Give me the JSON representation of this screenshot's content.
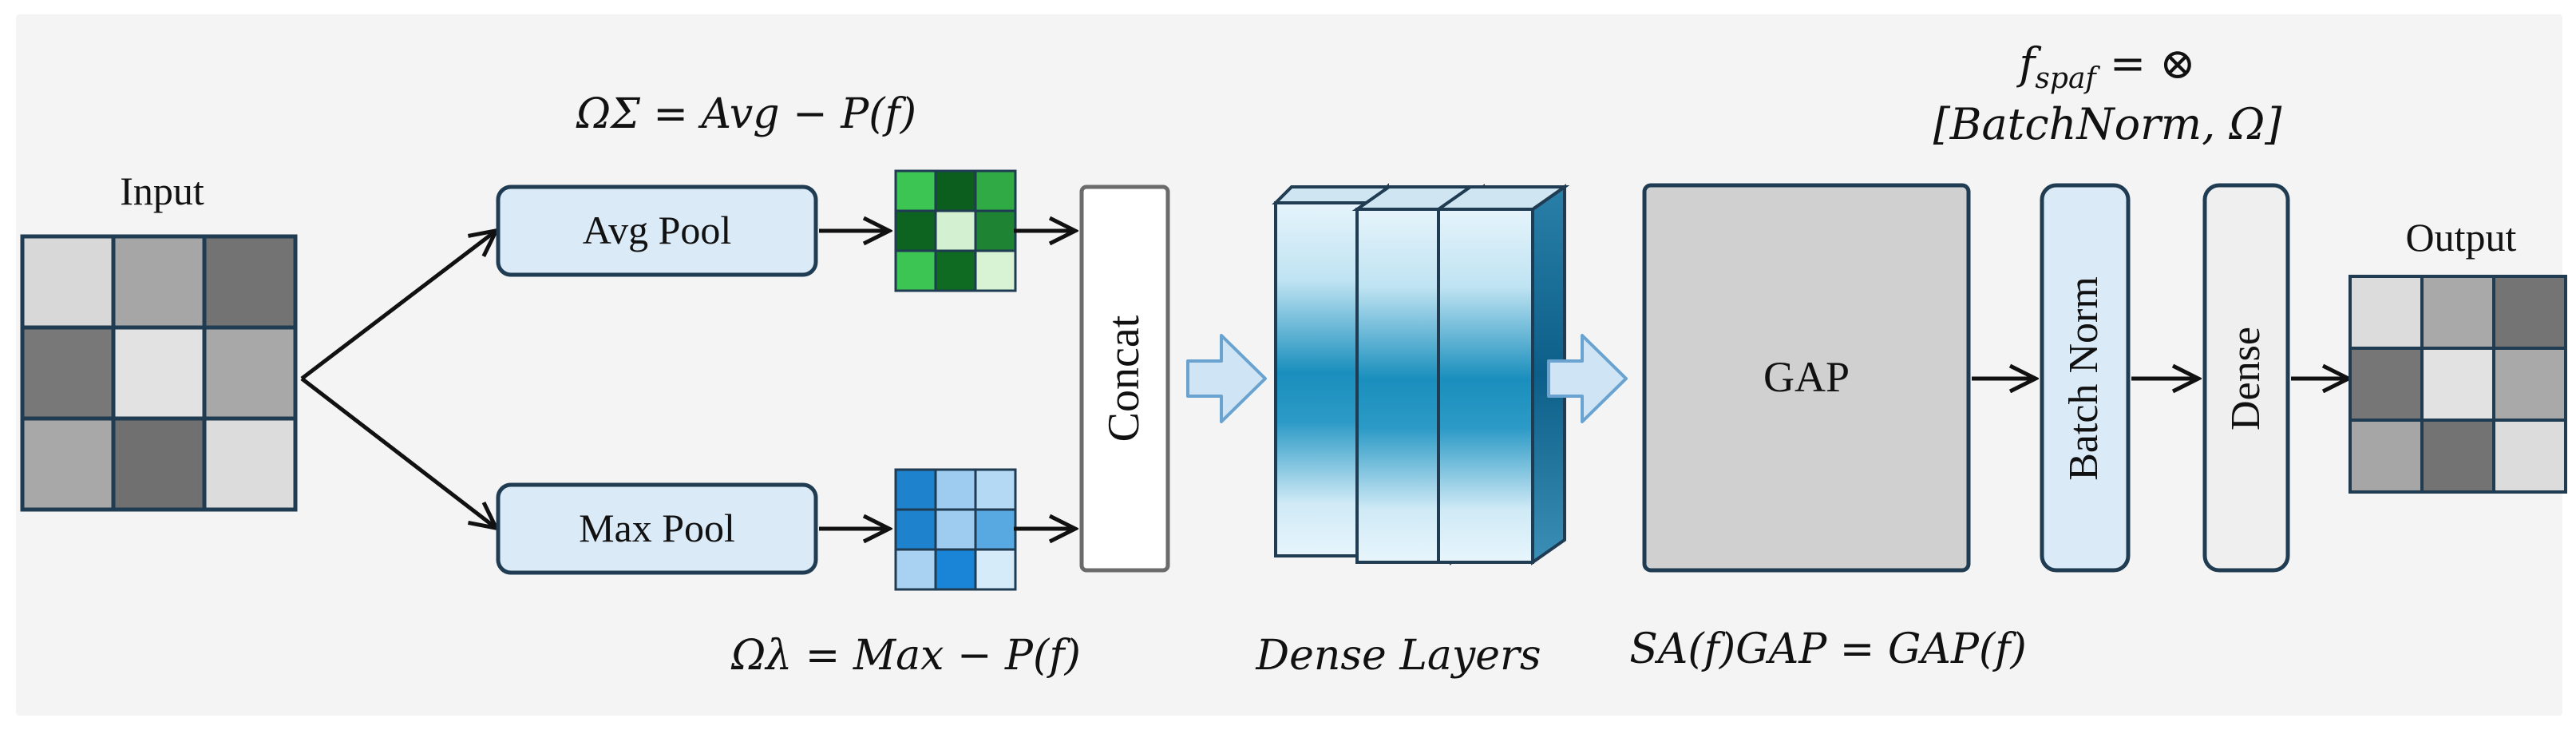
{
  "labels": {
    "input": "Input",
    "avg_pool": "Avg Pool",
    "max_pool": "Max Pool",
    "concat": "Concat",
    "dense_layers": "Dense Layers",
    "gap": "GAP",
    "batch_norm": "Batch Norm",
    "dense": "Dense",
    "output": "Output"
  },
  "formulas": {
    "avg": "ΩΣ = Avg − P(f)",
    "max": "Ωλ = Max − P(f)",
    "gap": "SA(f)GAP = GAP(f)",
    "spaf_line1": "fspaf = ⊗",
    "spaf_line2": "[BatchNorm, Ω]"
  },
  "grids": {
    "input": [
      "#d8d8d8",
      "#a6a6a6",
      "#737373",
      "#787878",
      "#e2e2e2",
      "#a8a8a8",
      "#a8a8a8",
      "#707070",
      "#dcdcdc"
    ],
    "avg": [
      "#3cc552",
      "#0b5e1e",
      "#2faa44",
      "#0d6420",
      "#d3f0d0",
      "#1e8434",
      "#3cc552",
      "#0f6a22",
      "#d8f2d4"
    ],
    "max": [
      "#1f82cc",
      "#9dccf0",
      "#b4d9f4",
      "#1f82cc",
      "#9dccf0",
      "#58a9e2",
      "#a9d2f2",
      "#1a84d6",
      "#d6ebfa"
    ],
    "output": [
      "#dcdcdc",
      "#a9a9a9",
      "#747474",
      "#767676",
      "#e2e2e2",
      "#a9a9a9",
      "#a6a6a6",
      "#737373",
      "#dcdcdc"
    ]
  },
  "colors": {
    "background": "#f4f4f4",
    "node_fill": "#daeaf7",
    "node_stroke": "#1f3c52",
    "gap_fill": "#d0d0d0",
    "dense_fill": "#efefef",
    "arrow": "#111111",
    "block_arrow_fill": "#cfe4f4",
    "block_arrow_stroke": "#6aa3cf",
    "layer_dark": "#1284b4",
    "layer_light": "#e4f3fb"
  }
}
